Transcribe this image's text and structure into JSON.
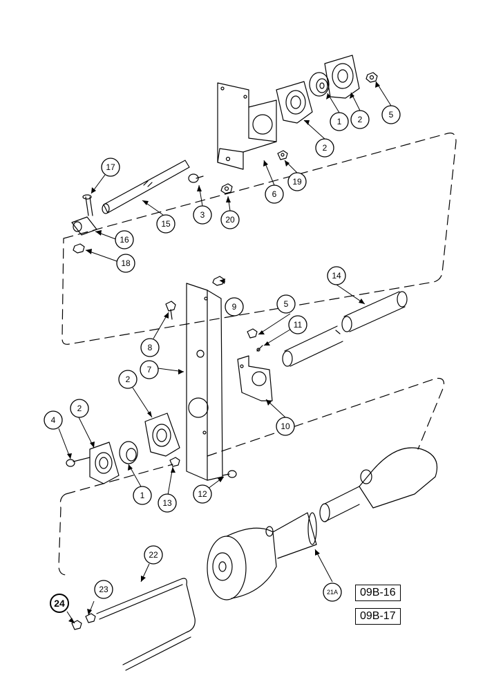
{
  "callouts": [
    {
      "id": "c1a",
      "label": "1"
    },
    {
      "id": "c2a",
      "label": "2"
    },
    {
      "id": "c2b",
      "label": "2"
    },
    {
      "id": "c5a",
      "label": "5"
    },
    {
      "id": "c17",
      "label": "17"
    },
    {
      "id": "c6",
      "label": "6"
    },
    {
      "id": "c19",
      "label": "19"
    },
    {
      "id": "c3",
      "label": "3"
    },
    {
      "id": "c20",
      "label": "20"
    },
    {
      "id": "c15",
      "label": "15"
    },
    {
      "id": "c16",
      "label": "16"
    },
    {
      "id": "c18",
      "label": "18"
    },
    {
      "id": "c14",
      "label": "14"
    },
    {
      "id": "c9",
      "label": "9"
    },
    {
      "id": "c5b",
      "label": "5"
    },
    {
      "id": "c11",
      "label": "11"
    },
    {
      "id": "c8",
      "label": "8"
    },
    {
      "id": "c7",
      "label": "7"
    },
    {
      "id": "c10",
      "label": "10"
    },
    {
      "id": "c2c",
      "label": "2"
    },
    {
      "id": "c2d",
      "label": "2"
    },
    {
      "id": "c4",
      "label": "4"
    },
    {
      "id": "c1b",
      "label": "1"
    },
    {
      "id": "c13",
      "label": "13"
    },
    {
      "id": "c12",
      "label": "12"
    },
    {
      "id": "c22",
      "label": "22"
    },
    {
      "id": "c21a",
      "label": "21A"
    },
    {
      "id": "c23",
      "label": "23"
    },
    {
      "id": "c24",
      "label": "24"
    }
  ],
  "reference_boxes": [
    "09B-16",
    "09B-17"
  ]
}
